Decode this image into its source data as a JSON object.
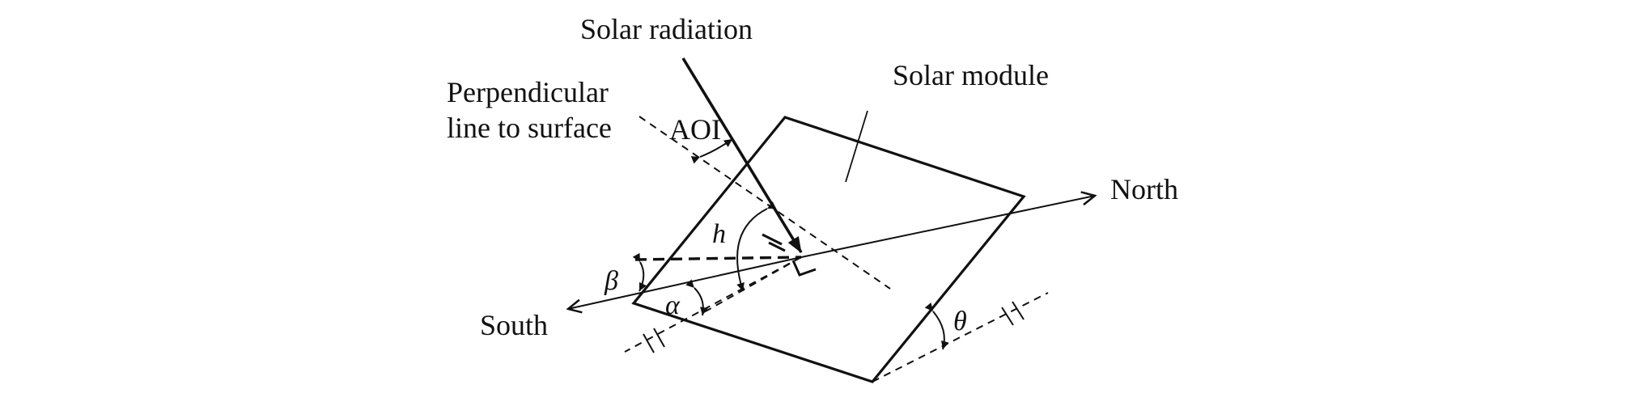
{
  "labels": {
    "solar_radiation": "Solar radiation",
    "solar_module": "Solar module",
    "perpendicular_line_1": "Perpendicular",
    "perpendicular_line_2": "line to surface",
    "aoi": "AOI",
    "north": "North",
    "south": "South",
    "h": "h",
    "beta": "β",
    "alpha": "α",
    "theta": "θ"
  },
  "colors": {
    "line": "#111111",
    "background": "#ffffff"
  }
}
